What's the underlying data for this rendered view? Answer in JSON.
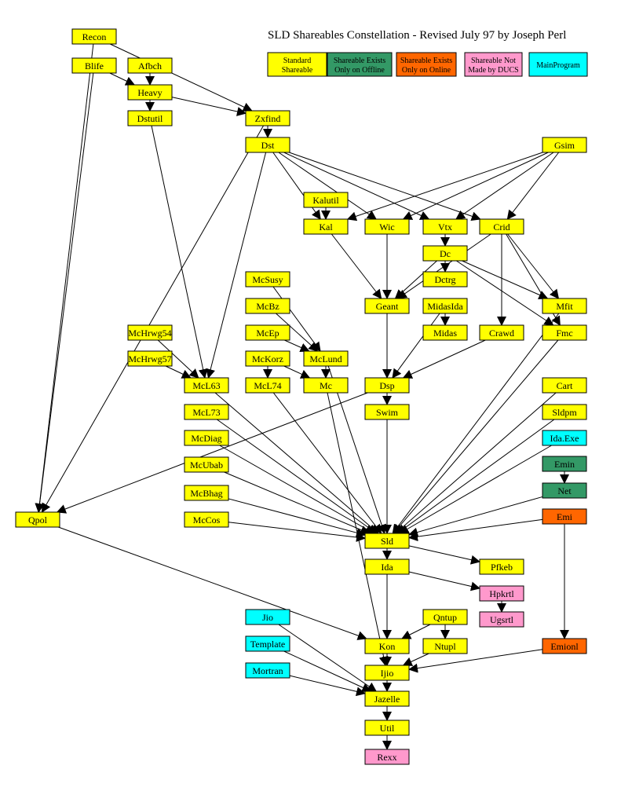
{
  "diagram": {
    "title": "SLD Shareables Constellation - Revised July 97 by Joseph Perl",
    "categories": {
      "standard": {
        "lines": [
          "Standard",
          "Shareable"
        ],
        "color": "#FFFF00"
      },
      "offline": {
        "lines": [
          "Shareable Exists",
          "Only on Offline"
        ],
        "color": "#339966"
      },
      "online": {
        "lines": [
          "Shareable Exists",
          "Only on Online"
        ],
        "color": "#FF6600"
      },
      "notducs": {
        "lines": [
          "Shareable Not",
          "Made by DUCS"
        ],
        "color": "#FF99CC"
      },
      "mainprogram": {
        "lines": [
          "MainProgram"
        ],
        "color": "#00FFFF"
      }
    },
    "legend_order": [
      "standard",
      "offline",
      "online",
      "notducs",
      "mainprogram"
    ],
    "nodes": [
      {
        "id": "recon",
        "label": "Recon",
        "category": "standard"
      },
      {
        "id": "blife",
        "label": "Blife",
        "category": "standard"
      },
      {
        "id": "afbch",
        "label": "Afbch",
        "category": "standard"
      },
      {
        "id": "heavy",
        "label": "Heavy",
        "category": "standard"
      },
      {
        "id": "dstutil",
        "label": "Dstutil",
        "category": "standard"
      },
      {
        "id": "zxfind",
        "label": "Zxfind",
        "category": "standard"
      },
      {
        "id": "dst",
        "label": "Dst",
        "category": "standard"
      },
      {
        "id": "gsim",
        "label": "Gsim",
        "category": "standard"
      },
      {
        "id": "kalutil",
        "label": "Kalutil",
        "category": "standard"
      },
      {
        "id": "kal",
        "label": "Kal",
        "category": "standard"
      },
      {
        "id": "wic",
        "label": "Wic",
        "category": "standard"
      },
      {
        "id": "vtx",
        "label": "Vtx",
        "category": "standard"
      },
      {
        "id": "crid",
        "label": "Crid",
        "category": "standard"
      },
      {
        "id": "dc",
        "label": "Dc",
        "category": "standard"
      },
      {
        "id": "dctrg",
        "label": "Dctrg",
        "category": "standard"
      },
      {
        "id": "mcsusy",
        "label": "McSusy",
        "category": "standard"
      },
      {
        "id": "geant",
        "label": "Geant",
        "category": "standard"
      },
      {
        "id": "midasida",
        "label": "MidasIda",
        "category": "standard"
      },
      {
        "id": "mfit",
        "label": "Mfit",
        "category": "standard"
      },
      {
        "id": "mcbz",
        "label": "McBz",
        "category": "standard"
      },
      {
        "id": "mchrwg54",
        "label": "McHrwg54",
        "category": "standard"
      },
      {
        "id": "mcep",
        "label": "McEp",
        "category": "standard"
      },
      {
        "id": "midas",
        "label": "Midas",
        "category": "standard"
      },
      {
        "id": "crawd",
        "label": "Crawd",
        "category": "standard"
      },
      {
        "id": "fmc",
        "label": "Fmc",
        "category": "standard"
      },
      {
        "id": "mchrwg57",
        "label": "McHrwg57",
        "category": "standard"
      },
      {
        "id": "mckorz",
        "label": "McKorz",
        "category": "standard"
      },
      {
        "id": "mclund",
        "label": "McLund",
        "category": "standard"
      },
      {
        "id": "mcl63",
        "label": "McL63",
        "category": "standard"
      },
      {
        "id": "mcl74",
        "label": "McL74",
        "category": "standard"
      },
      {
        "id": "mc",
        "label": "Mc",
        "category": "standard"
      },
      {
        "id": "dsp",
        "label": "Dsp",
        "category": "standard"
      },
      {
        "id": "cart",
        "label": "Cart",
        "category": "standard"
      },
      {
        "id": "mcl73",
        "label": "McL73",
        "category": "standard"
      },
      {
        "id": "swim",
        "label": "Swim",
        "category": "standard"
      },
      {
        "id": "sldpm",
        "label": "Sldpm",
        "category": "standard"
      },
      {
        "id": "mcdiag",
        "label": "McDiag",
        "category": "standard"
      },
      {
        "id": "idaexe",
        "label": "Ida.Exe",
        "category": "mainprogram"
      },
      {
        "id": "mcubab",
        "label": "McUbab",
        "category": "standard"
      },
      {
        "id": "emin",
        "label": "Emin",
        "category": "offline"
      },
      {
        "id": "mcbhag",
        "label": "McBhag",
        "category": "standard"
      },
      {
        "id": "net",
        "label": "Net",
        "category": "offline"
      },
      {
        "id": "qpol",
        "label": "Qpol",
        "category": "standard"
      },
      {
        "id": "mccos",
        "label": "McCos",
        "category": "standard"
      },
      {
        "id": "emi",
        "label": "Emi",
        "category": "online"
      },
      {
        "id": "sld",
        "label": "Sld",
        "category": "standard"
      },
      {
        "id": "ida",
        "label": "Ida",
        "category": "standard"
      },
      {
        "id": "pfkeb",
        "label": "Pfkeb",
        "category": "standard"
      },
      {
        "id": "hpkrtl",
        "label": "Hpkrtl",
        "category": "notducs"
      },
      {
        "id": "jio",
        "label": "Jio",
        "category": "mainprogram"
      },
      {
        "id": "qntup",
        "label": "Qntup",
        "category": "standard"
      },
      {
        "id": "ugsrtl",
        "label": "Ugsrtl",
        "category": "notducs"
      },
      {
        "id": "template",
        "label": "Template",
        "category": "mainprogram"
      },
      {
        "id": "kon",
        "label": "Kon",
        "category": "standard"
      },
      {
        "id": "ntupl",
        "label": "Ntupl",
        "category": "standard"
      },
      {
        "id": "emionl",
        "label": "Emionl",
        "category": "online"
      },
      {
        "id": "mortran",
        "label": "Mortran",
        "category": "mainprogram"
      },
      {
        "id": "ijio",
        "label": "Ijio",
        "category": "standard"
      },
      {
        "id": "jazelle",
        "label": "Jazelle",
        "category": "standard"
      },
      {
        "id": "util",
        "label": "Util",
        "category": "standard"
      },
      {
        "id": "rexx",
        "label": "Rexx",
        "category": "notducs"
      }
    ],
    "edges": [
      [
        "recon",
        "zxfind"
      ],
      [
        "recon",
        "qpol"
      ],
      [
        "blife",
        "heavy"
      ],
      [
        "blife",
        "qpol"
      ],
      [
        "afbch",
        "heavy"
      ],
      [
        "heavy",
        "dstutil"
      ],
      [
        "heavy",
        "zxfind"
      ],
      [
        "dstutil",
        "mcl63"
      ],
      [
        "zxfind",
        "dst"
      ],
      [
        "zxfind",
        "qpol"
      ],
      [
        "dst",
        "mcl63"
      ],
      [
        "dst",
        "kal"
      ],
      [
        "dst",
        "wic"
      ],
      [
        "dst",
        "vtx"
      ],
      [
        "dst",
        "crid"
      ],
      [
        "gsim",
        "kal"
      ],
      [
        "gsim",
        "wic"
      ],
      [
        "gsim",
        "vtx"
      ],
      [
        "gsim",
        "crid"
      ],
      [
        "kalutil",
        "kal"
      ],
      [
        "kal",
        "geant"
      ],
      [
        "wic",
        "geant"
      ],
      [
        "vtx",
        "dc"
      ],
      [
        "dc",
        "dctrg"
      ],
      [
        "dc",
        "geant"
      ],
      [
        "dc",
        "mfit"
      ],
      [
        "dc",
        "fmc"
      ],
      [
        "crid",
        "geant"
      ],
      [
        "crid",
        "crawd"
      ],
      [
        "crid",
        "mfit"
      ],
      [
        "crid",
        "fmc"
      ],
      [
        "geant",
        "dsp"
      ],
      [
        "midasida",
        "midas"
      ],
      [
        "midasida",
        "dsp"
      ],
      [
        "crawd",
        "dsp"
      ],
      [
        "dsp",
        "swim"
      ],
      [
        "dsp",
        "qpol"
      ],
      [
        "mchrwg54",
        "mcl63"
      ],
      [
        "mchrwg57",
        "mcl63"
      ],
      [
        "mcsusy",
        "mclund"
      ],
      [
        "mcbz",
        "mclund"
      ],
      [
        "mcep",
        "mclund"
      ],
      [
        "mckorz",
        "mcl74"
      ],
      [
        "mckorz",
        "mc"
      ],
      [
        "mclund",
        "mc"
      ],
      [
        "swim",
        "sld"
      ],
      [
        "mcl63",
        "sld"
      ],
      [
        "mcl73",
        "sld"
      ],
      [
        "mcdiag",
        "sld"
      ],
      [
        "mcubab",
        "sld"
      ],
      [
        "mcbhag",
        "sld"
      ],
      [
        "mccos",
        "sld"
      ],
      [
        "mcl74",
        "sld"
      ],
      [
        "mclund",
        "sld"
      ],
      [
        "mfit",
        "sld"
      ],
      [
        "fmc",
        "sld"
      ],
      [
        "cart",
        "sld"
      ],
      [
        "sldpm",
        "sld"
      ],
      [
        "idaexe",
        "sld"
      ],
      [
        "net",
        "sld"
      ],
      [
        "emi",
        "sld"
      ],
      [
        "emin",
        "net"
      ],
      [
        "sld",
        "ida"
      ],
      [
        "sld",
        "pfkeb"
      ],
      [
        "ida",
        "kon"
      ],
      [
        "ida",
        "hpkrtl"
      ],
      [
        "hpkrtl",
        "ugsrtl"
      ],
      [
        "qpol",
        "kon"
      ],
      [
        "qntup",
        "kon"
      ],
      [
        "qntup",
        "ntupl"
      ],
      [
        "kon",
        "ijio"
      ],
      [
        "ntupl",
        "ijio"
      ],
      [
        "emionl",
        "ijio"
      ],
      [
        "mc",
        "ijio"
      ],
      [
        "emi",
        "emionl"
      ],
      [
        "ijio",
        "jazelle"
      ],
      [
        "jio",
        "jazelle"
      ],
      [
        "template",
        "jazelle"
      ],
      [
        "mortran",
        "jazelle"
      ],
      [
        "jazelle",
        "util"
      ],
      [
        "util",
        "rexx"
      ]
    ]
  }
}
